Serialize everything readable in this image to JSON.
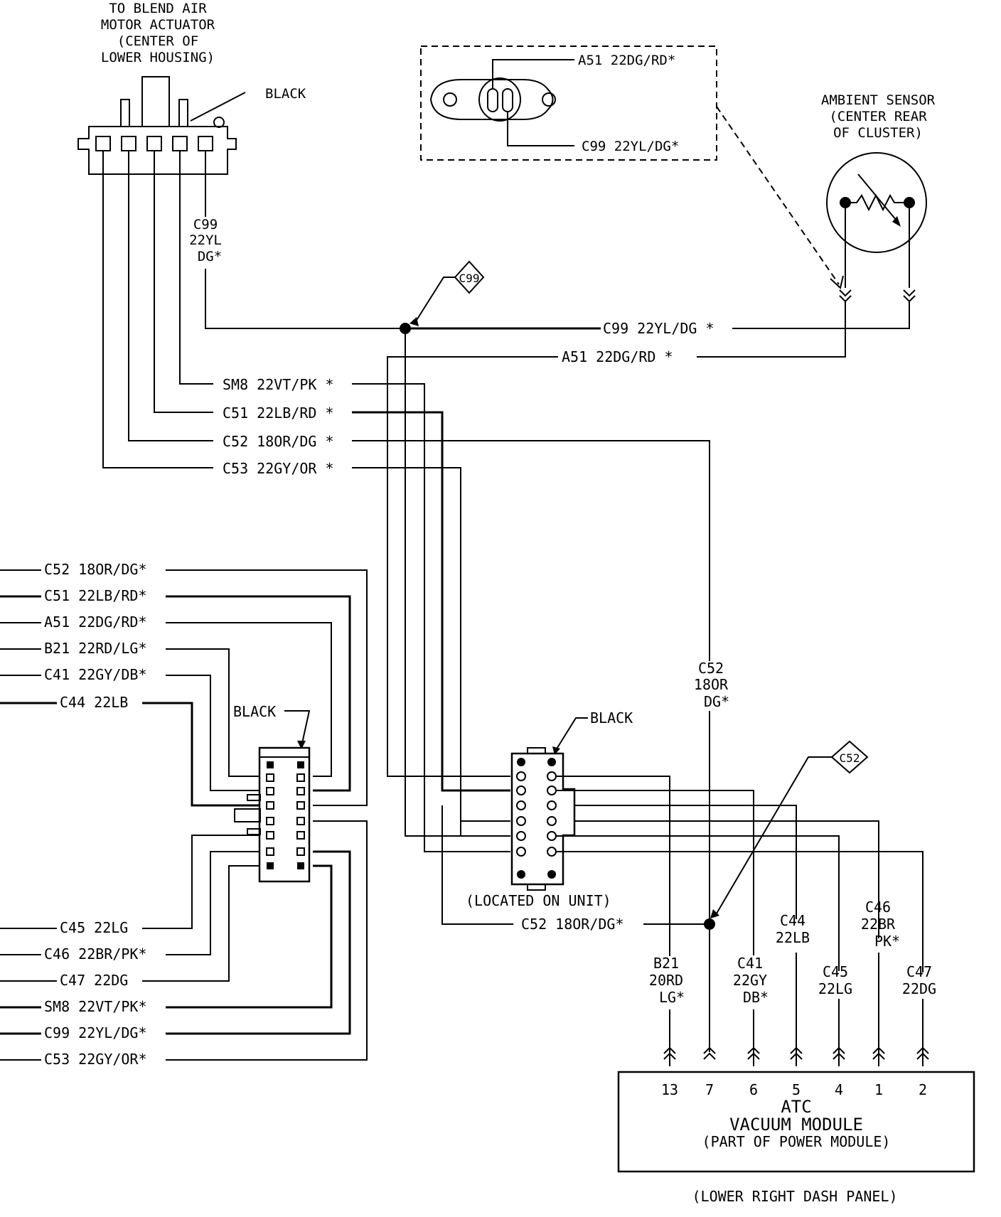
{
  "actuator": {
    "title_lines": [
      "TO BLEND AIR",
      "MOTOR ACTUATOR",
      "(CENTER OF",
      "LOWER HOUSING)"
    ],
    "color": "BLACK",
    "wire_label": [
      "C99",
      "22YL",
      "DG*"
    ]
  },
  "inset": {
    "top_label": "A51 22DG/RD*",
    "bottom_label": "C99 22YL/DG*"
  },
  "ambient": {
    "title_lines": [
      "AMBIENT SENSOR",
      "(CENTER REAR",
      "OF CLUSTER)"
    ]
  },
  "splices": {
    "c99": "C99",
    "c52": "C52"
  },
  "wires_top": {
    "c99": "C99 22YL/DG *",
    "a51": "A51 22DG/RD *",
    "sm8": "SM8 22VT/PK *",
    "c51": "C51 22LB/RD *",
    "c52": "C52 18OR/DG *",
    "c53": "C53 22GY/OR *"
  },
  "left_wires": [
    "C52 18OR/DG*",
    "C51 22LB/RD*",
    "A51 22DG/RD*",
    "B21 22RD/LG*",
    "C41 22GY/DB*",
    "C44 22LB",
    "C45 22LG",
    "C46 22BR/PK*",
    "C47 22DG",
    "SM8 22VT/PK*",
    "C99 22YL/DG*",
    "C53 22GY/OR*"
  ],
  "left_connector": {
    "color": "BLACK"
  },
  "center_connector": {
    "color": "BLACK",
    "note": "(LOCATED ON UNIT)"
  },
  "c52_vertical": [
    "C52",
    "18OR",
    "DG*"
  ],
  "c52_bottom": "C52 18OR/DG*",
  "module_wires": {
    "b21": [
      "B21",
      "20RD",
      "LG*"
    ],
    "c41": [
      "C41",
      "22GY",
      "DB*"
    ],
    "c44": [
      "C44",
      "22LB"
    ],
    "c45": [
      "C45",
      "22LG"
    ],
    "c46": [
      "C46",
      "22BR",
      "PK*"
    ],
    "c47": [
      "C47",
      "22DG"
    ]
  },
  "module": {
    "pins": [
      "13",
      "7",
      "6",
      "5",
      "4",
      "1",
      "2"
    ],
    "title": "ATC",
    "subtitle": "VACUUM MODULE",
    "note": "(PART OF POWER MODULE)",
    "location": "(LOWER RIGHT DASH PANEL)"
  }
}
